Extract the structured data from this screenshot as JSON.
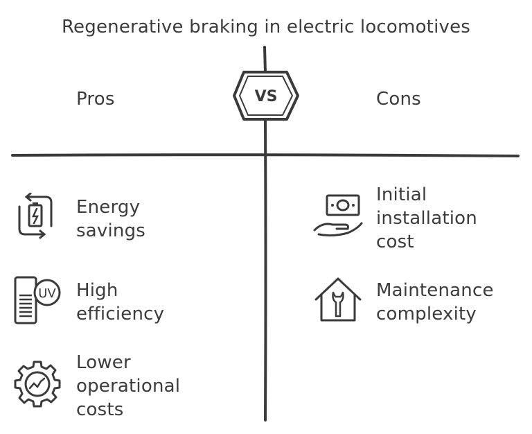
{
  "title": "Regenerative braking in electric locomotives",
  "vs_label": "VS",
  "pros": {
    "heading": "Pros",
    "items": [
      {
        "label": "Energy\nsavings",
        "icon": "battery-recharge-icon"
      },
      {
        "label": "High\nefficiency",
        "icon": "uv-meter-icon"
      },
      {
        "label": "Lower\noperational\ncosts",
        "icon": "gear-chart-icon"
      }
    ]
  },
  "cons": {
    "heading": "Cons",
    "items": [
      {
        "label": "Initial\ninstallation\ncost",
        "icon": "money-hand-icon"
      },
      {
        "label": "Maintenance\ncomplexity",
        "icon": "house-wrench-icon"
      }
    ]
  },
  "colors": {
    "stroke": "#3a3a3a",
    "background": "#ffffff"
  }
}
